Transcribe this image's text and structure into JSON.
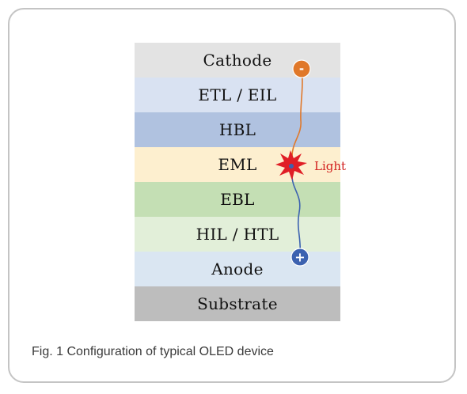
{
  "diagram": {
    "layers": [
      {
        "label": "Cathode",
        "color": "#e3e3e3"
      },
      {
        "label": "ETL / EIL",
        "color": "#d9e2f2"
      },
      {
        "label": "HBL",
        "color": "#b0c2e0"
      },
      {
        "label": "EML",
        "color": "#fdefcf"
      },
      {
        "label": "EBL",
        "color": "#c4dfb4"
      },
      {
        "label": "HIL / HTL",
        "color": "#e2efd9"
      },
      {
        "label": "Anode",
        "color": "#dae6f2"
      },
      {
        "label": "Substrate",
        "color": "#bdbdbd"
      }
    ],
    "electron": {
      "symbol": "-",
      "color": "#e0782a"
    },
    "hole": {
      "symbol": "+",
      "color": "#3c62b0"
    },
    "light": {
      "label": "Light",
      "color": "#e01e26",
      "label_color": "#d2201e"
    }
  },
  "caption": "Fig. 1  Configuration of typical OLED device"
}
